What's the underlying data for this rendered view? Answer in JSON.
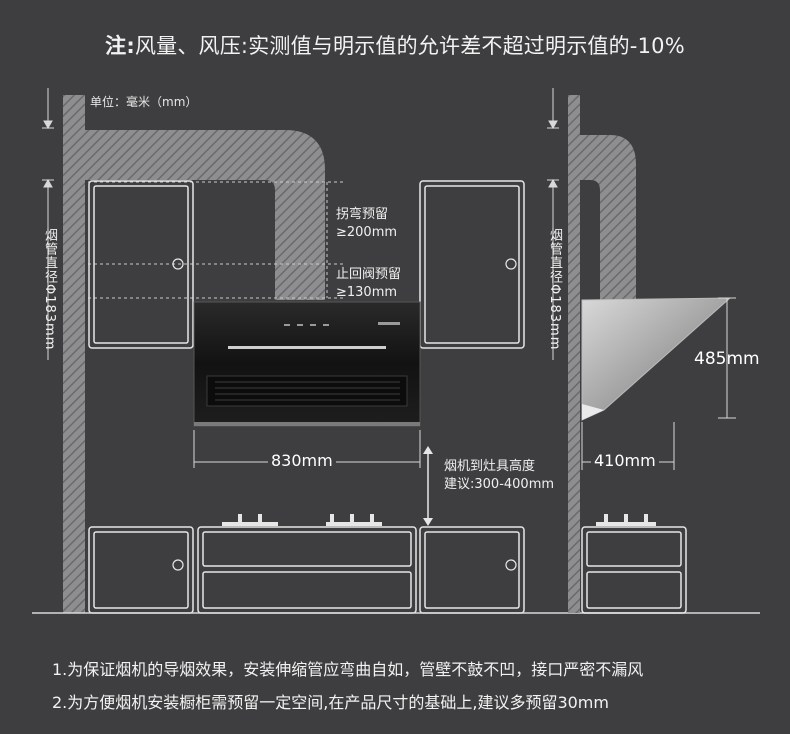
{
  "title": {
    "bold": "注:",
    "text": "风量、风压:实测值与明示值的允许差不超过明示值的-10%"
  },
  "unit_label": "单位：毫米（mm）",
  "left_vertical_label": "烟管直径Φ183mm",
  "right_vertical_label": "烟管直径Φ183mm",
  "bend_reserve": {
    "line1": "拐弯预留",
    "line2": "≥200mm"
  },
  "check_valve_reserve": {
    "line1": "止回阀预留",
    "line2": "≥130mm"
  },
  "front_width": "830mm",
  "side_depth": "410mm",
  "side_height": "485mm",
  "hood_height_note": {
    "line1": "烟机到灶具高度",
    "line2": "建议:300-400mm"
  },
  "notes": [
    "1.为保证烟机的导烟效果，安装伸缩管应弯曲自如，管壁不鼓不凹，接口严密不漏风",
    "2.为方便烟机安装橱柜需预留一定空间,在产品尺寸的基础上,建议多预留30mm"
  ],
  "colors": {
    "background": "#3e3e40",
    "line": "#d8d8d8",
    "hood_body": "#1a1a1a"
  },
  "icons": [
    "ceiling-dimension-marker-icon",
    "duct-hatch-pattern",
    "cabinet-knob-icon",
    "burner-icon"
  ]
}
